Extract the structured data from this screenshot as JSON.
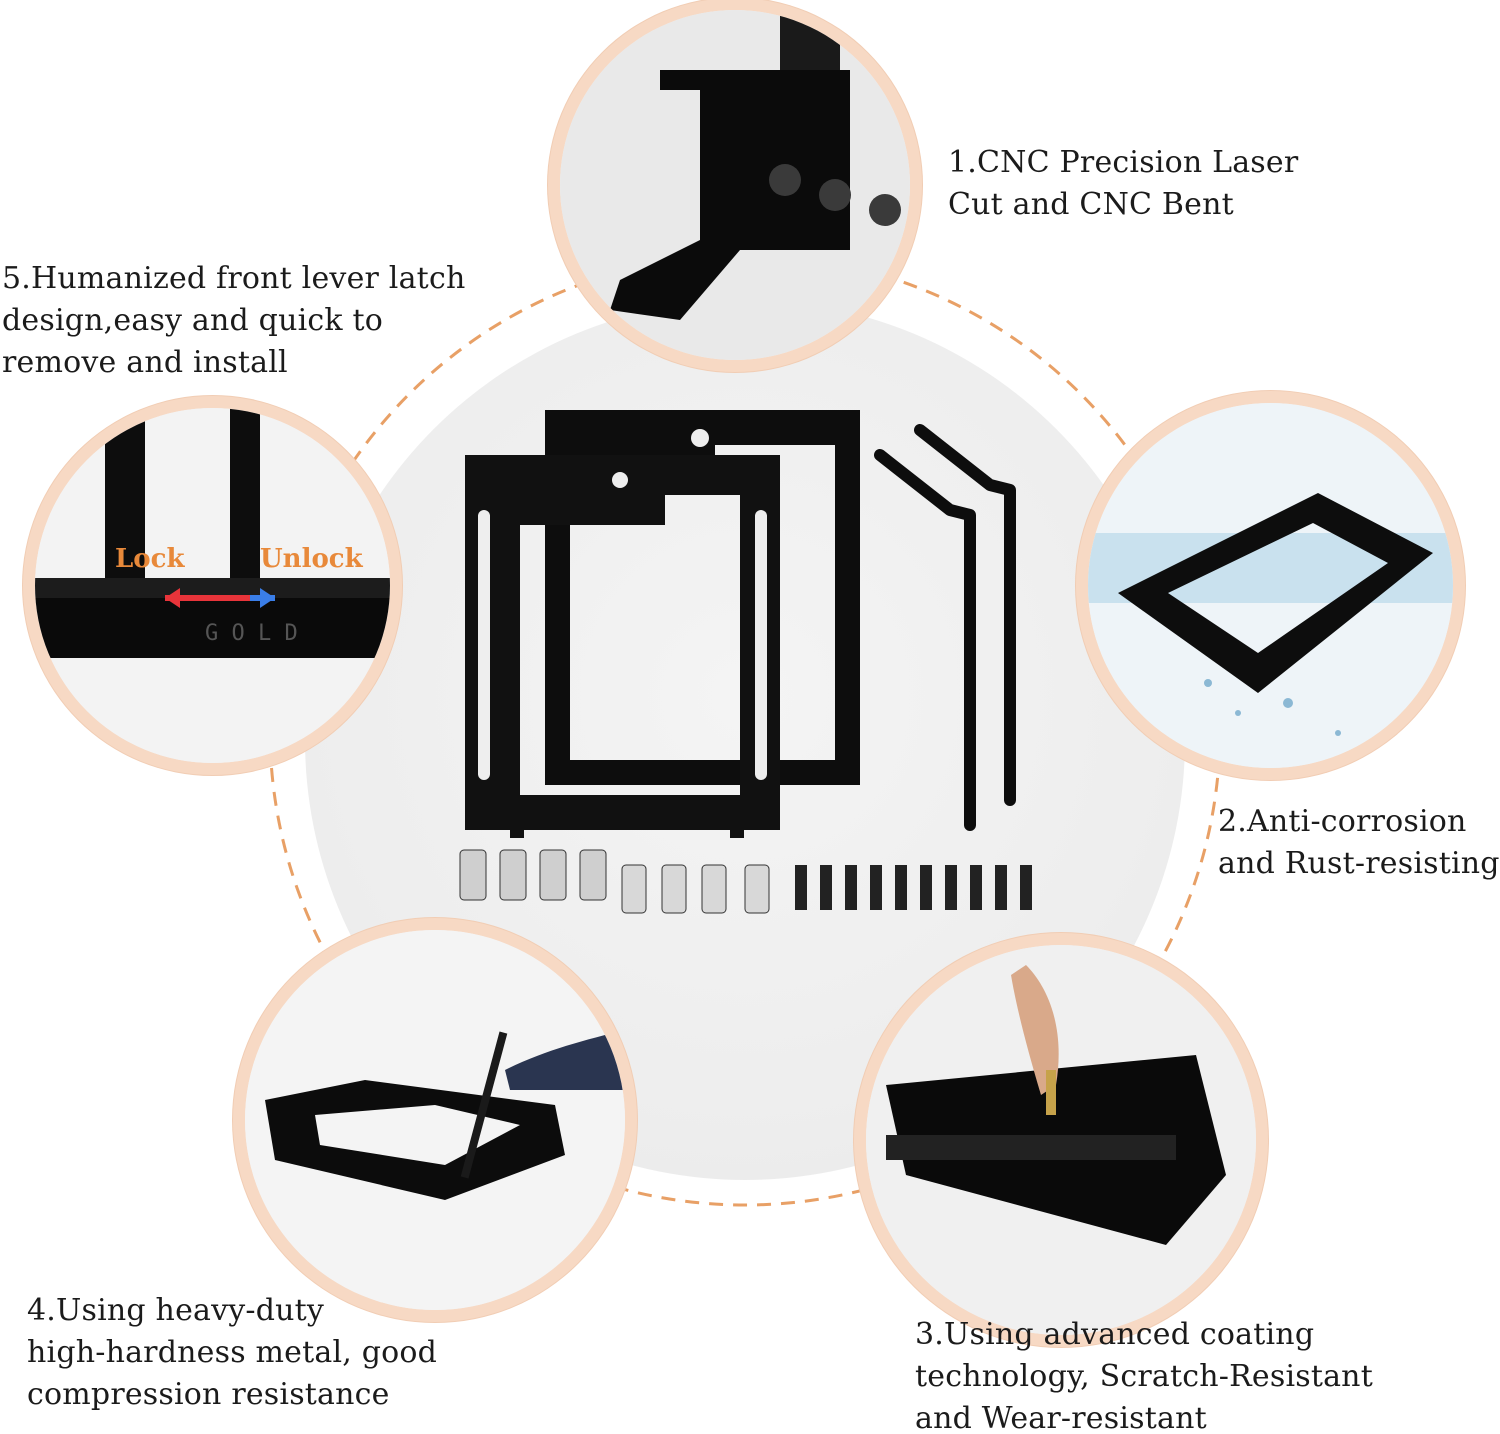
{
  "features": {
    "f1": "1.CNC Precision Laser\n  Cut and CNC Bent",
    "f2": "2.Anti-corrosion\n and Rust-resisting",
    "f3": "3.Using advanced coating\ntechnology, Scratch-Resistant\nand Wear-resistant",
    "f4": "4.Using heavy-duty\nhigh-hardness metal, good\ncompression resistance",
    "f5": "5.Humanized front lever latch\ndesign,easy and quick to\nremove and install"
  },
  "latch": {
    "lock": "Lock",
    "unlock": "Unlock"
  },
  "colors": {
    "accent": "#e8893a",
    "ring": "#f7d9c4",
    "metal": "#0d0d0d",
    "arrow_red": "#e8343a",
    "arrow_blue": "#3a7ee8"
  }
}
